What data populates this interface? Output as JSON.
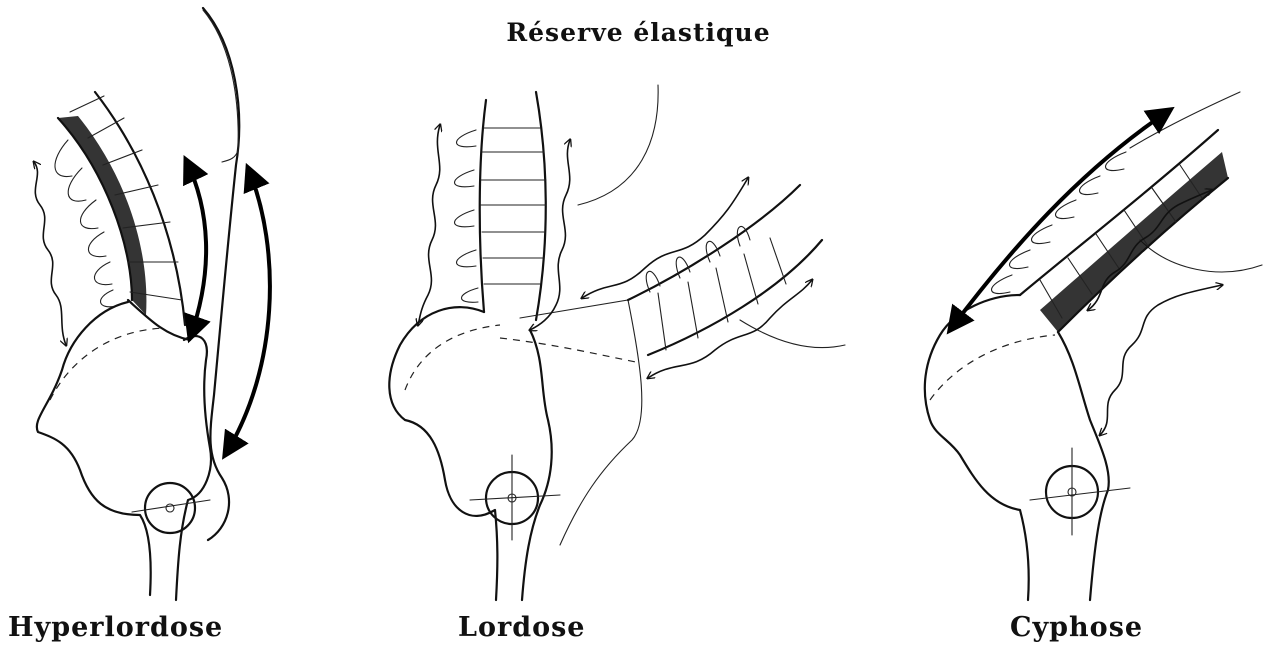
{
  "title": "Réserve élastique",
  "figures": [
    {
      "id": "hyperlordose",
      "caption": "Hyperlordose"
    },
    {
      "id": "lordose",
      "caption": "Lordose"
    },
    {
      "id": "cyphose",
      "caption": "Cyphose"
    }
  ]
}
